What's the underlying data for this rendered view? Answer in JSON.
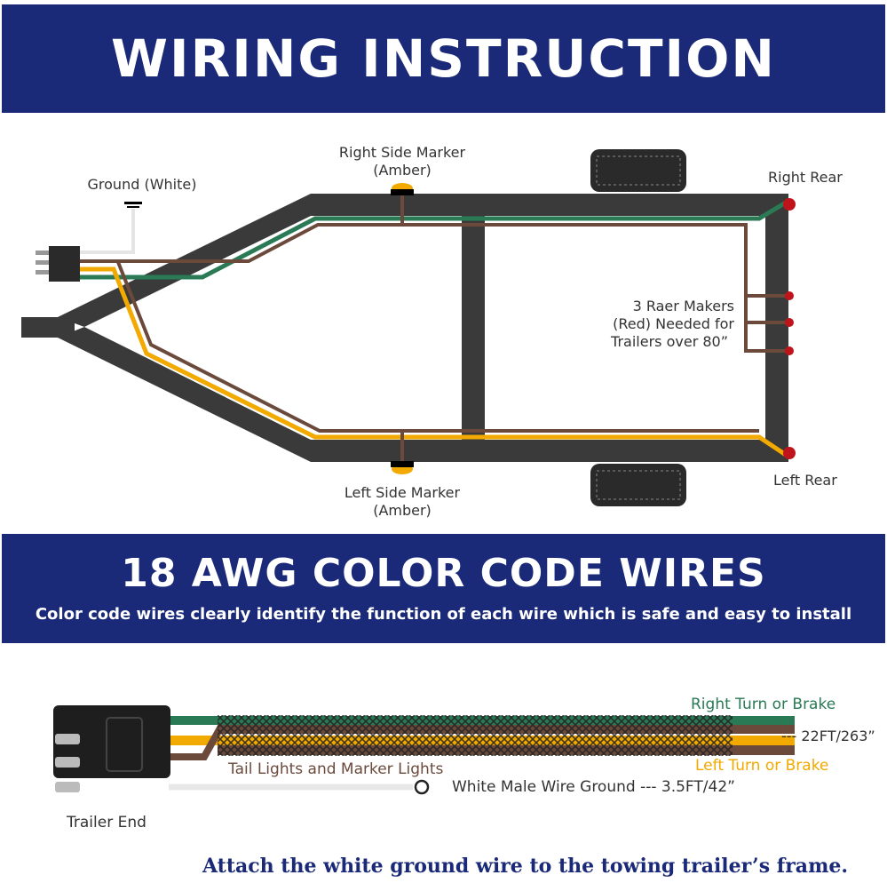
{
  "header": {
    "title": "WIRING INSTRUCTION"
  },
  "diagram": {
    "ground": "Ground (White)",
    "right_marker": [
      "Right Side Marker",
      "(Amber)"
    ],
    "left_marker": [
      "Left Side Marker",
      "(Amber)"
    ],
    "right_rear": "Right Rear",
    "left_rear": "Left Rear",
    "rear_makers": [
      "3 Raer Makers",
      "(Red) Needed for",
      "Trailers over 80”"
    ]
  },
  "section2": {
    "title": "18 AWG COLOR CODE WIRES",
    "subtitle": "Color code wires clearly identify the function of each wire which is safe and easy to install"
  },
  "harness": {
    "right_turn": "Right Turn or Brake",
    "length": "--- 22FT/263”",
    "left_turn": "Left Turn or Brake",
    "tail": "Tail Lights and Marker Lights",
    "ground": "White Male Wire Ground --- 3.5FT/42”",
    "trailer_end": "Trailer End"
  },
  "footer": "Attach the white ground wire to the towing trailer’s frame.",
  "colors": {
    "navy": "#1b2a78",
    "green": "#2a7a55",
    "brown": "#6b4a3c",
    "yellow": "#f2a900",
    "frame": "#3a3a3a"
  }
}
